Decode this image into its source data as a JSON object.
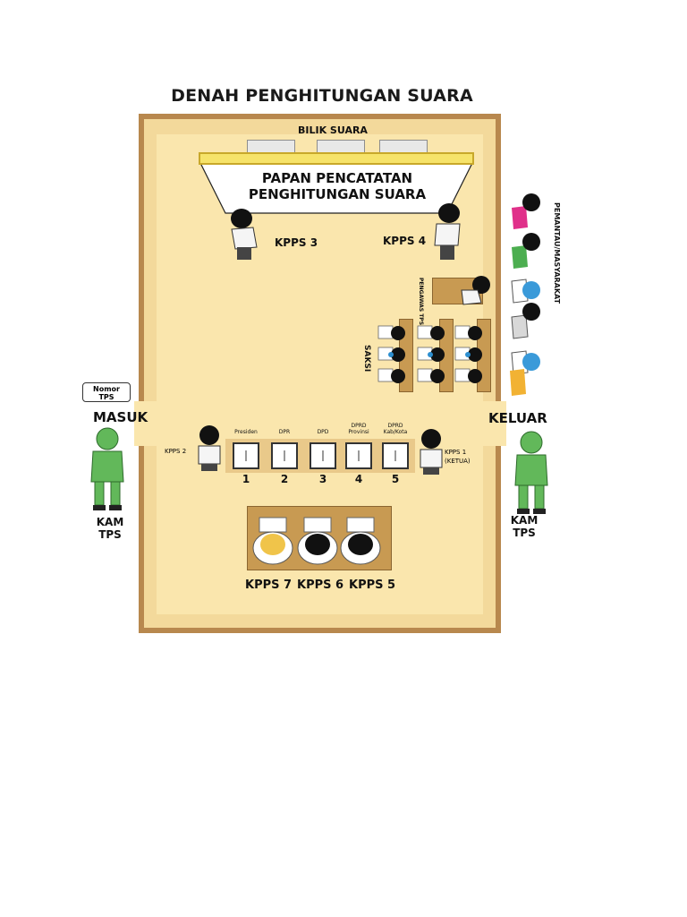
{
  "title": "DENAH PENGHITUNGAN SUARA",
  "booth_label": "BILIK SUARA",
  "board_text": [
    "PAPAN PENCATATAN",
    "PENGHITUNGAN SUARA"
  ],
  "kpps3": "KPPS 3",
  "kpps4": "KPPS 4",
  "pengawas": "PENGAWAS TPS",
  "saksi": "SAKSI",
  "pemantau": "PEMANTAU/MASYARAKAT",
  "nomor_tps": [
    "Nomor",
    "TPS"
  ],
  "masuk": "MASUK",
  "keluar": "KELUAR",
  "kpps2": "KPPS 2",
  "kpps1": [
    "KPPS 1",
    "(KETUA)"
  ],
  "ballot_boxes": [
    {
      "label": "Presiden",
      "num": "1"
    },
    {
      "label": "DPR",
      "num": "2"
    },
    {
      "label": "DPD",
      "num": "3"
    },
    {
      "label": "DPRD Provinsi",
      "num": "4"
    },
    {
      "label": "DPRD Kab/Kota",
      "num": "5"
    }
  ],
  "kam_left": [
    "KAM",
    "TPS"
  ],
  "kam_right": [
    "KAM",
    "TPS"
  ],
  "kpps_bottom": [
    "KPPS 7",
    "KPPS 6",
    "KPPS 5"
  ]
}
